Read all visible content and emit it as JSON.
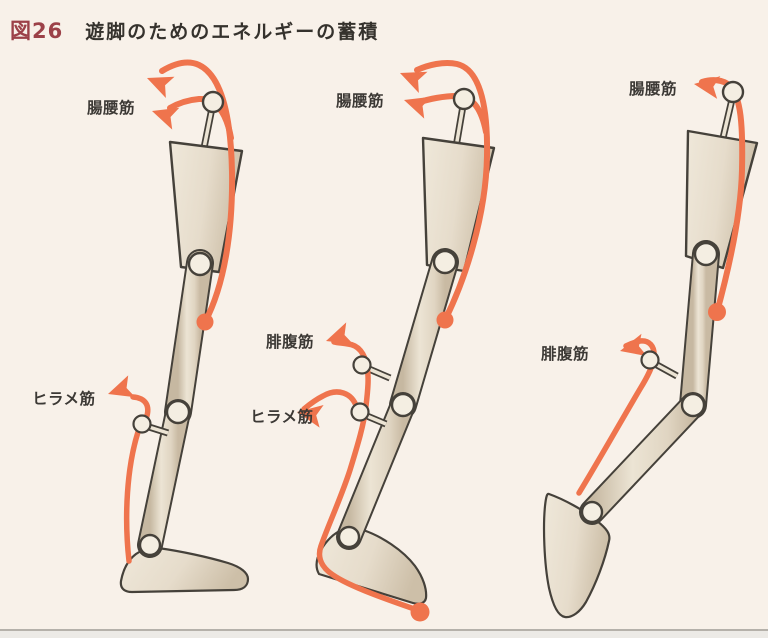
{
  "figure": {
    "number": "図26",
    "title": "遊脚のためのエネルギーの蓄積"
  },
  "panels": [
    {
      "labels": {
        "iliopsoas": "腸腰筋",
        "soleus": "ヒラメ筋"
      }
    },
    {
      "labels": {
        "iliopsoas": "腸腰筋",
        "gastrocnemius": "腓腹筋",
        "soleus": "ヒラメ筋"
      }
    },
    {
      "labels": {
        "iliopsoas": "腸腰筋",
        "gastrocnemius": "腓腹筋"
      }
    }
  ],
  "colors": {
    "background": "#f8f1e9",
    "muscle_arrow": "#ef744d",
    "bone_fill": "#e6dccb",
    "bone_outline": "#45413a",
    "figure_number": "#9c4148",
    "text": "#35322d"
  }
}
